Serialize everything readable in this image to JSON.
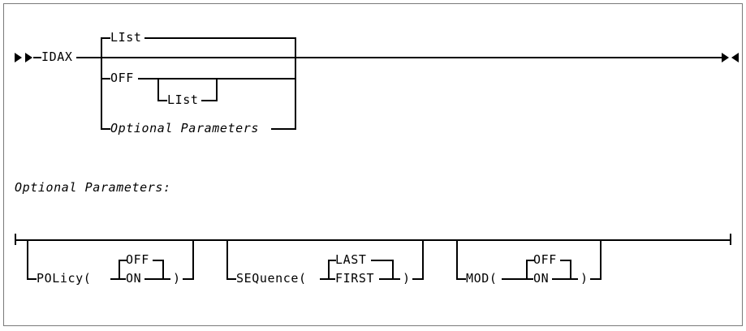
{
  "diagram": {
    "type": "railroad-syntax-diagram",
    "title": "IDAX command syntax",
    "command": "IDAX",
    "start_marker": "►►",
    "end_marker": "►◄",
    "main_branches": [
      {
        "label": "LIst",
        "default": true,
        "note": "top default path"
      },
      {
        "label": "OFF",
        "default": false,
        "sub_option": "LIst"
      },
      {
        "label": "Optional Parameters",
        "italic": true,
        "is_fragment_ref": true
      }
    ],
    "sub_branch_label": "LIst",
    "fragment_heading": "Optional Parameters:",
    "fragment_options": [
      {
        "keyword": "POLicy(",
        "close": ")",
        "choices": [
          {
            "label": "OFF",
            "default": true
          },
          {
            "label": "ON",
            "default": false
          }
        ]
      },
      {
        "keyword": "SEQuence(",
        "close": ")",
        "choices": [
          {
            "label": "LAST",
            "default": true
          },
          {
            "label": "FIRST",
            "default": false
          }
        ]
      },
      {
        "keyword": "MOD(",
        "close": ")",
        "choices": [
          {
            "label": "OFF",
            "default": true
          },
          {
            "label": "ON",
            "default": false
          }
        ]
      }
    ]
  },
  "colors": {
    "line": "#000000",
    "text": "#000000",
    "border": "#7a7a7a",
    "background": "#ffffff"
  }
}
